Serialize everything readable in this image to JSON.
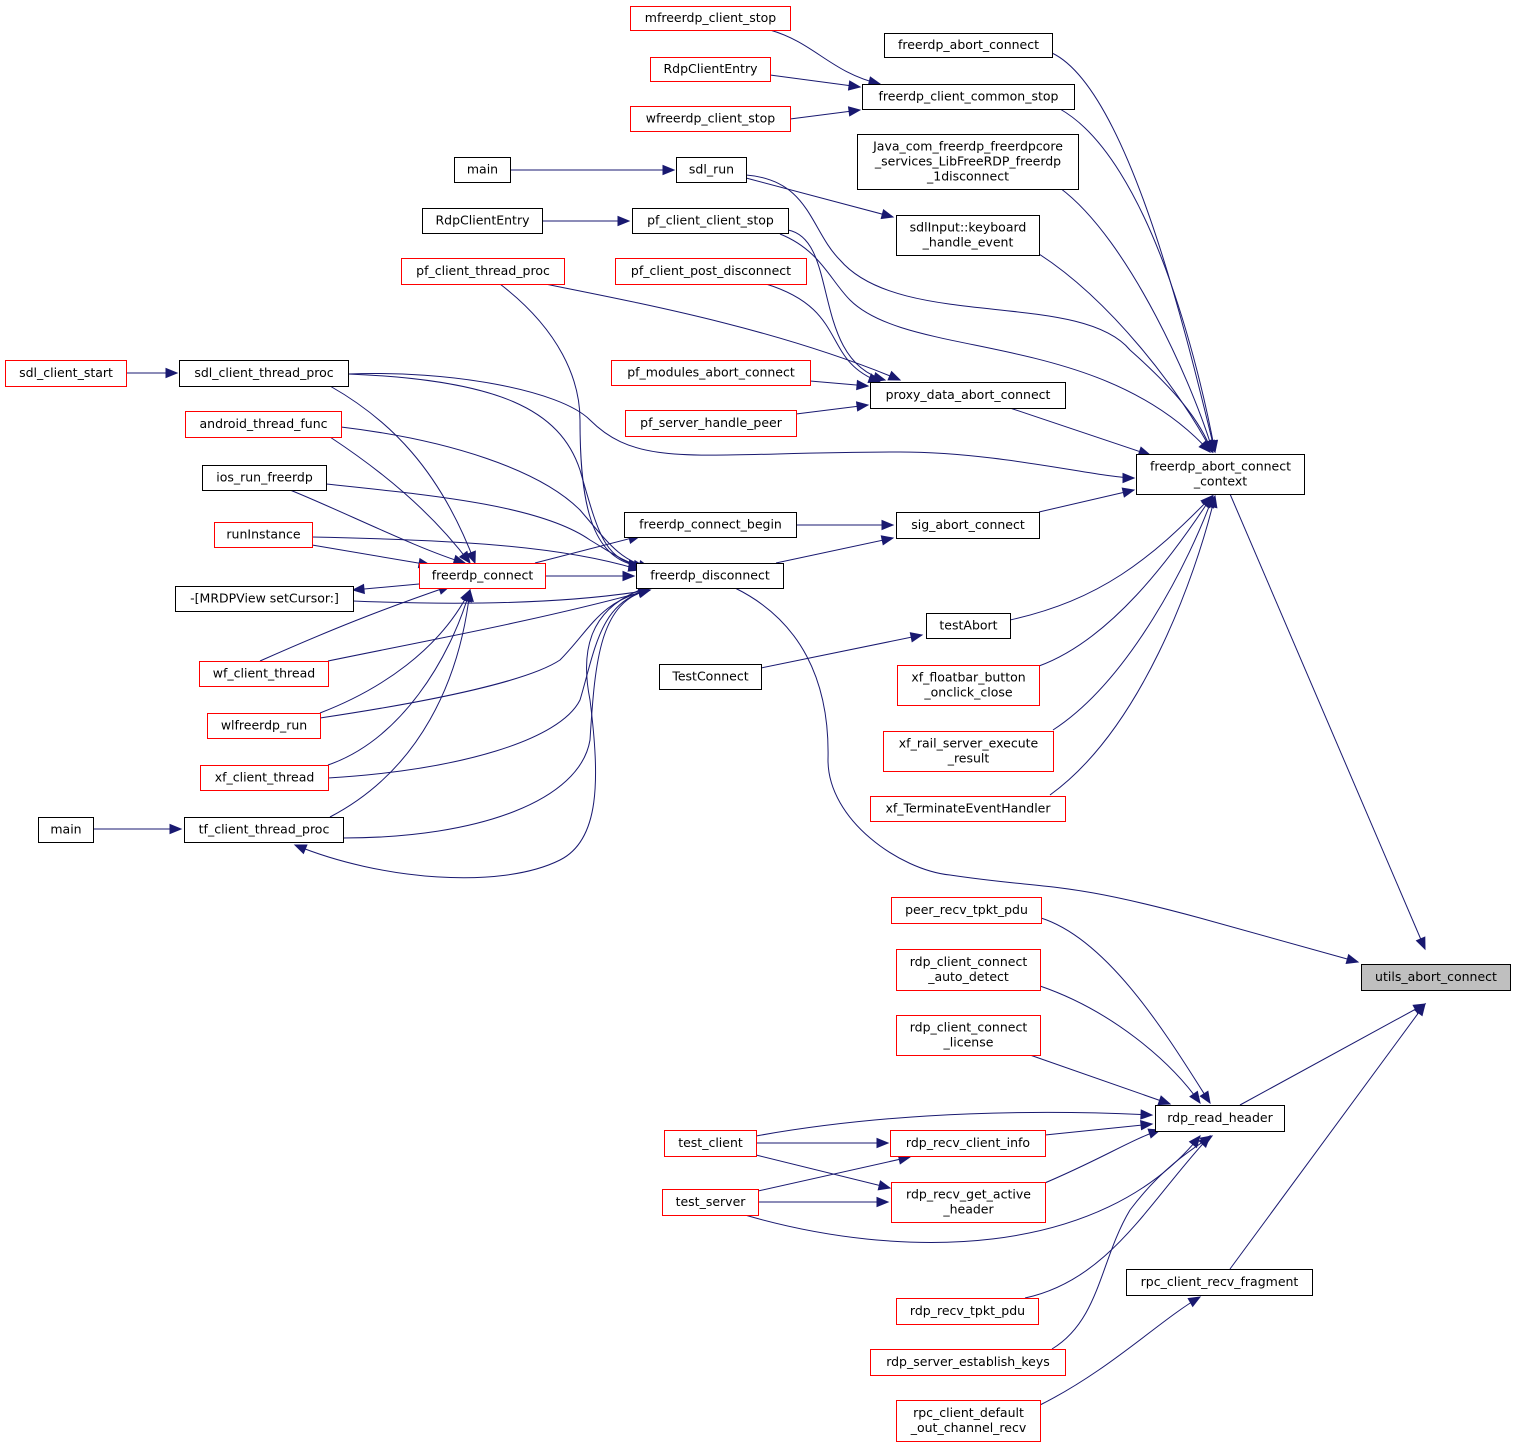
{
  "colors": {
    "edge": "#191970",
    "truncated_border": "#ff0000",
    "normal_border": "#000000",
    "highlight_fill": "#bfbfbf",
    "background": "#ffffff"
  },
  "nodes": [
    {
      "id": "mfreerdp_client_stop",
      "lines": [
        "mfreerdp_client_stop"
      ],
      "truncated": true
    },
    {
      "id": "freerdp_abort_connect",
      "lines": [
        "freerdp_abort_connect"
      ],
      "truncated": false
    },
    {
      "id": "RdpClientEntry_red",
      "lines": [
        "RdpClientEntry"
      ],
      "truncated": true
    },
    {
      "id": "freerdp_client_common_stop",
      "lines": [
        "freerdp_client_common_stop"
      ],
      "truncated": false
    },
    {
      "id": "wfreerdp_client_stop",
      "lines": [
        "wfreerdp_client_stop"
      ],
      "truncated": true
    },
    {
      "id": "java_disconnect",
      "lines": [
        "Java_com_freerdp_freerdpcore",
        "_services_LibFreeRDP_freerdp",
        "_1disconnect"
      ],
      "truncated": false
    },
    {
      "id": "main_top",
      "lines": [
        "main"
      ],
      "truncated": false
    },
    {
      "id": "sdl_run",
      "lines": [
        "sdl_run"
      ],
      "truncated": false
    },
    {
      "id": "sdlInput_keyboard",
      "lines": [
        "sdlInput::keyboard",
        "_handle_event"
      ],
      "truncated": false
    },
    {
      "id": "RdpClientEntry_black",
      "lines": [
        "RdpClientEntry"
      ],
      "truncated": false
    },
    {
      "id": "pf_client_client_stop",
      "lines": [
        "pf_client_client_stop"
      ],
      "truncated": false
    },
    {
      "id": "pf_client_thread_proc",
      "lines": [
        "pf_client_thread_proc"
      ],
      "truncated": true
    },
    {
      "id": "pf_client_post_disconnect",
      "lines": [
        "pf_client_post_disconnect"
      ],
      "truncated": true
    },
    {
      "id": "sdl_client_start",
      "lines": [
        "sdl_client_start"
      ],
      "truncated": true
    },
    {
      "id": "sdl_client_thread_proc",
      "lines": [
        "sdl_client_thread_proc"
      ],
      "truncated": false
    },
    {
      "id": "pf_modules_abort_connect",
      "lines": [
        "pf_modules_abort_connect"
      ],
      "truncated": true
    },
    {
      "id": "proxy_data_abort_connect",
      "lines": [
        "proxy_data_abort_connect"
      ],
      "truncated": false
    },
    {
      "id": "android_thread_func",
      "lines": [
        "android_thread_func"
      ],
      "truncated": true
    },
    {
      "id": "pf_server_handle_peer",
      "lines": [
        "pf_server_handle_peer"
      ],
      "truncated": true
    },
    {
      "id": "freerdp_abort_connect_context",
      "lines": [
        "freerdp_abort_connect",
        "_context"
      ],
      "truncated": false
    },
    {
      "id": "ios_run_freerdp",
      "lines": [
        "ios_run_freerdp"
      ],
      "truncated": false
    },
    {
      "id": "freerdp_connect_begin",
      "lines": [
        "freerdp_connect_begin"
      ],
      "truncated": false
    },
    {
      "id": "sig_abort_connect",
      "lines": [
        "sig_abort_connect"
      ],
      "truncated": false
    },
    {
      "id": "runInstance",
      "lines": [
        "runInstance"
      ],
      "truncated": true
    },
    {
      "id": "freerdp_connect",
      "lines": [
        "freerdp_connect"
      ],
      "truncated": true
    },
    {
      "id": "freerdp_disconnect",
      "lines": [
        "freerdp_disconnect"
      ],
      "truncated": false
    },
    {
      "id": "mrdpview_setcursor",
      "lines": [
        "-[MRDPView setCursor:]"
      ],
      "truncated": false
    },
    {
      "id": "testAbort",
      "lines": [
        "testAbort"
      ],
      "truncated": false
    },
    {
      "id": "wf_client_thread",
      "lines": [
        "wf_client_thread"
      ],
      "truncated": true
    },
    {
      "id": "TestConnect",
      "lines": [
        "TestConnect"
      ],
      "truncated": false
    },
    {
      "id": "xf_floatbar_button_onclick_close",
      "lines": [
        "xf_floatbar_button",
        "_onclick_close"
      ],
      "truncated": true
    },
    {
      "id": "wlfreerdp_run",
      "lines": [
        "wlfreerdp_run"
      ],
      "truncated": true
    },
    {
      "id": "xf_rail_server_execute_result",
      "lines": [
        "xf_rail_server_execute",
        "_result"
      ],
      "truncated": true
    },
    {
      "id": "xf_client_thread",
      "lines": [
        "xf_client_thread"
      ],
      "truncated": true
    },
    {
      "id": "xf_TerminateEventHandler",
      "lines": [
        "xf_TerminateEventHandler"
      ],
      "truncated": true
    },
    {
      "id": "main_bottom",
      "lines": [
        "main"
      ],
      "truncated": false
    },
    {
      "id": "tf_client_thread_proc",
      "lines": [
        "tf_client_thread_proc"
      ],
      "truncated": false
    },
    {
      "id": "peer_recv_tpkt_pdu",
      "lines": [
        "peer_recv_tpkt_pdu"
      ],
      "truncated": true
    },
    {
      "id": "utils_abort_connect",
      "lines": [
        "utils_abort_connect"
      ],
      "truncated": false,
      "highlight": true
    },
    {
      "id": "rdp_client_connect_auto_detect",
      "lines": [
        "rdp_client_connect",
        "_auto_detect"
      ],
      "truncated": true
    },
    {
      "id": "rdp_client_connect_license",
      "lines": [
        "rdp_client_connect",
        "_license"
      ],
      "truncated": true
    },
    {
      "id": "rdp_read_header",
      "lines": [
        "rdp_read_header"
      ],
      "truncated": false
    },
    {
      "id": "test_client",
      "lines": [
        "test_client"
      ],
      "truncated": true
    },
    {
      "id": "rdp_recv_client_info",
      "lines": [
        "rdp_recv_client_info"
      ],
      "truncated": true
    },
    {
      "id": "test_server",
      "lines": [
        "test_server"
      ],
      "truncated": true
    },
    {
      "id": "rdp_recv_get_active_header",
      "lines": [
        "rdp_recv_get_active",
        "_header"
      ],
      "truncated": true
    },
    {
      "id": "rpc_client_recv_fragment",
      "lines": [
        "rpc_client_recv_fragment"
      ],
      "truncated": false
    },
    {
      "id": "rdp_recv_tpkt_pdu",
      "lines": [
        "rdp_recv_tpkt_pdu"
      ],
      "truncated": true
    },
    {
      "id": "rdp_server_establish_keys",
      "lines": [
        "rdp_server_establish_keys"
      ],
      "truncated": true
    },
    {
      "id": "rpc_client_default_out_channel_recv",
      "lines": [
        "rpc_client_default",
        "_out_channel_recv"
      ],
      "truncated": true
    }
  ],
  "edges": [
    [
      "mfreerdp_client_stop",
      "freerdp_client_common_stop"
    ],
    [
      "RdpClientEntry_red",
      "freerdp_client_common_stop"
    ],
    [
      "wfreerdp_client_stop",
      "freerdp_client_common_stop"
    ],
    [
      "freerdp_abort_connect",
      "freerdp_abort_connect_context"
    ],
    [
      "freerdp_client_common_stop",
      "freerdp_abort_connect_context"
    ],
    [
      "java_disconnect",
      "freerdp_abort_connect_context"
    ],
    [
      "main_top",
      "sdl_run"
    ],
    [
      "sdl_run",
      "sdlInput_keyboard"
    ],
    [
      "sdl_run",
      "freerdp_abort_connect_context"
    ],
    [
      "sdlInput_keyboard",
      "freerdp_abort_connect_context"
    ],
    [
      "RdpClientEntry_black",
      "pf_client_client_stop"
    ],
    [
      "pf_client_client_stop",
      "proxy_data_abort_connect"
    ],
    [
      "pf_client_client_stop",
      "freerdp_abort_connect_context"
    ],
    [
      "pf_client_thread_proc",
      "proxy_data_abort_connect"
    ],
    [
      "pf_client_thread_proc",
      "freerdp_disconnect"
    ],
    [
      "pf_client_post_disconnect",
      "proxy_data_abort_connect"
    ],
    [
      "pf_modules_abort_connect",
      "proxy_data_abort_connect"
    ],
    [
      "pf_server_handle_peer",
      "proxy_data_abort_connect"
    ],
    [
      "proxy_data_abort_connect",
      "freerdp_abort_connect_context"
    ],
    [
      "sdl_client_start",
      "sdl_client_thread_proc"
    ],
    [
      "sdl_client_thread_proc",
      "freerdp_abort_connect_context"
    ],
    [
      "sdl_client_thread_proc",
      "freerdp_connect"
    ],
    [
      "sdl_client_thread_proc",
      "freerdp_disconnect"
    ],
    [
      "android_thread_func",
      "freerdp_connect"
    ],
    [
      "android_thread_func",
      "freerdp_disconnect"
    ],
    [
      "ios_run_freerdp",
      "freerdp_connect"
    ],
    [
      "ios_run_freerdp",
      "freerdp_disconnect"
    ],
    [
      "runInstance",
      "freerdp_connect"
    ],
    [
      "runInstance",
      "freerdp_disconnect"
    ],
    [
      "mrdpview_setcursor",
      "freerdp_disconnect"
    ],
    [
      "freerdp_connect",
      "mrdpview_setcursor"
    ],
    [
      "freerdp_connect",
      "freerdp_connect_begin"
    ],
    [
      "freerdp_connect",
      "freerdp_disconnect"
    ],
    [
      "freerdp_connect_begin",
      "sig_abort_connect"
    ],
    [
      "freerdp_disconnect",
      "sig_abort_connect"
    ],
    [
      "freerdp_disconnect",
      "freerdp_abort_connect_context"
    ],
    [
      "freerdp_disconnect",
      "utils_abort_connect"
    ],
    [
      "sig_abort_connect",
      "freerdp_abort_connect_context"
    ],
    [
      "wf_client_thread",
      "freerdp_connect"
    ],
    [
      "wf_client_thread",
      "freerdp_disconnect"
    ],
    [
      "wlfreerdp_run",
      "freerdp_connect"
    ],
    [
      "wlfreerdp_run",
      "freerdp_disconnect"
    ],
    [
      "xf_client_thread",
      "freerdp_connect"
    ],
    [
      "xf_client_thread",
      "freerdp_disconnect"
    ],
    [
      "main_bottom",
      "tf_client_thread_proc"
    ],
    [
      "tf_client_thread_proc",
      "freerdp_connect"
    ],
    [
      "tf_client_thread_proc",
      "freerdp_disconnect"
    ],
    [
      "TestConnect",
      "testAbort"
    ],
    [
      "testAbort",
      "freerdp_abort_connect_context"
    ],
    [
      "xf_floatbar_button_onclick_close",
      "freerdp_abort_connect_context"
    ],
    [
      "xf_rail_server_execute_result",
      "freerdp_abort_connect_context"
    ],
    [
      "xf_TerminateEventHandler",
      "freerdp_abort_connect_context"
    ],
    [
      "freerdp_abort_connect_context",
      "utils_abort_connect"
    ],
    [
      "peer_recv_tpkt_pdu",
      "rdp_read_header"
    ],
    [
      "rdp_client_connect_auto_detect",
      "rdp_read_header"
    ],
    [
      "rdp_client_connect_license",
      "rdp_read_header"
    ],
    [
      "test_client",
      "rdp_read_header"
    ],
    [
      "test_client",
      "rdp_recv_client_info"
    ],
    [
      "test_client",
      "rdp_recv_get_active_header"
    ],
    [
      "test_server",
      "rdp_recv_client_info"
    ],
    [
      "test_server",
      "rdp_recv_get_active_header"
    ],
    [
      "test_server",
      "rdp_read_header"
    ],
    [
      "rdp_recv_client_info",
      "rdp_read_header"
    ],
    [
      "rdp_recv_get_active_header",
      "rdp_read_header"
    ],
    [
      "rdp_recv_tpkt_pdu",
      "rdp_read_header"
    ],
    [
      "rdp_server_establish_keys",
      "rdp_read_header"
    ],
    [
      "rdp_read_header",
      "utils_abort_connect"
    ],
    [
      "rpc_client_default_out_channel_recv",
      "rpc_client_recv_fragment"
    ],
    [
      "rpc_client_recv_fragment",
      "utils_abort_connect"
    ]
  ]
}
